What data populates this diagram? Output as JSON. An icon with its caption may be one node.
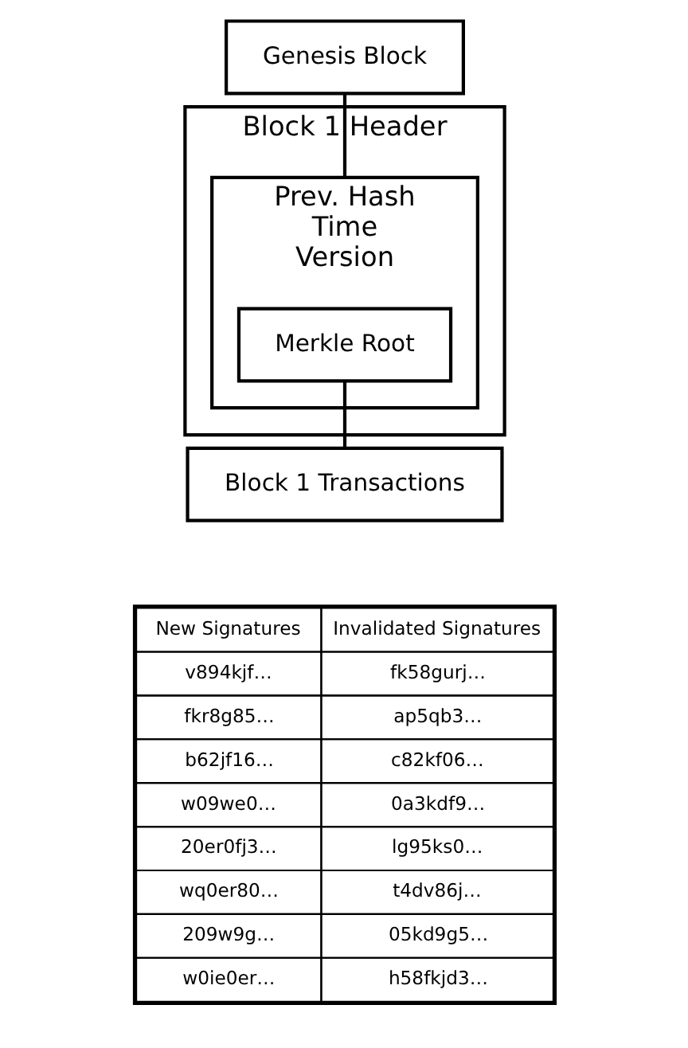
{
  "diagram": {
    "nodes": [
      {
        "text": [
          "Block 1 Header"
        ]
      },
      {
        "text": [
          "Prev. Hash",
          "Time",
          "Version"
        ],
        "in": 0
      },
      {
        "text": [
          "Merkle Root"
        ],
        "in": 1
      },
      {
        "text": [
          "Genesis Block"
        ]
      },
      {
        "text": [
          "Block 1 Transactions"
        ]
      }
    ],
    "edges": [
      {
        "from": 3,
        "to": 1,
        "arrow": "none"
      },
      {
        "from": 2,
        "to": 4,
        "arrow": "none"
      }
    ],
    "labels": [
      "New Signatures",
      "Invalidated Signatures",
      "v894kjf…",
      "fk58gurj…",
      "fkr8g85…",
      "ap5qb3…",
      "b62jf16…",
      "c82kf06…",
      "w09we0…",
      "0a3kdf9…",
      "20er0fj3…",
      "lg95ks0…",
      "wq0er80…",
      "t4dv86j…",
      "209w9g…",
      "05kd9g5…",
      "w0ie0er…",
      "h58fkjd3…"
    ]
  }
}
